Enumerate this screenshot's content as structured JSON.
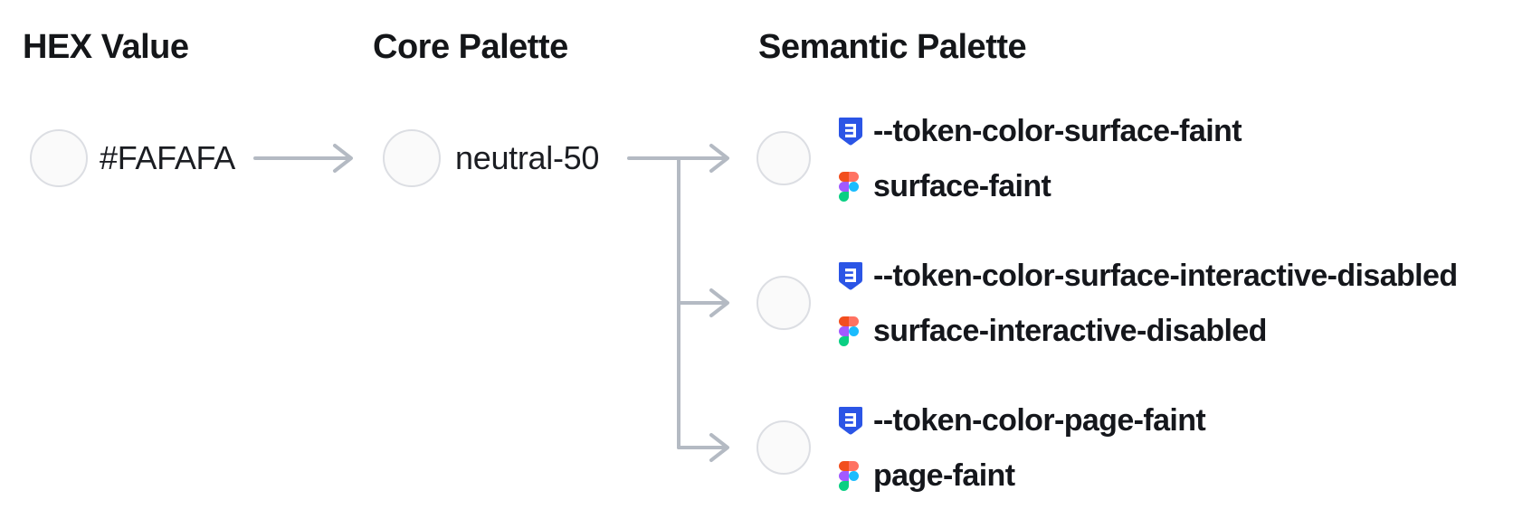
{
  "hex_column": {
    "heading": "HEX Value",
    "value": "#FAFAFA"
  },
  "core_column": {
    "heading": "Core Palette",
    "value": "neutral-50"
  },
  "semantic_column": {
    "heading": "Semantic Palette",
    "items": [
      {
        "css_token": "--token-color-surface-faint",
        "figma_token": "surface-faint"
      },
      {
        "css_token": "--token-color-surface-interactive-disabled",
        "figma_token": "surface-interactive-disabled"
      },
      {
        "css_token": "--token-color-page-faint",
        "figma_token": "page-faint"
      }
    ]
  },
  "colors": {
    "swatch_fill": "#FAFAFA",
    "swatch_border": "#dcdee3",
    "connector": "#b4bac3",
    "text": "#141619",
    "css_icon_blue": "#2b55e6",
    "figma_orange": "#F24E1E",
    "figma_salmon": "#FF7262",
    "figma_purple": "#A259FF",
    "figma_blue": "#1ABCFE",
    "figma_green": "#0ACF83"
  }
}
